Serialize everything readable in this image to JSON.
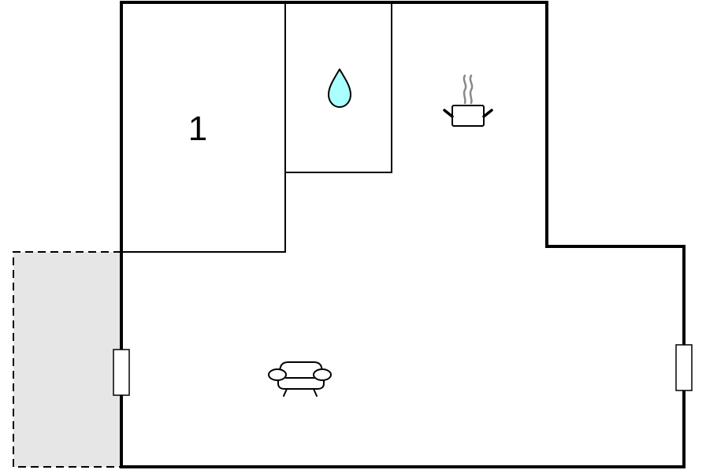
{
  "floorplan": {
    "rooms": [
      {
        "id": "bedroom",
        "label": "1",
        "type": "bedroom"
      },
      {
        "id": "bathroom",
        "label": "",
        "type": "bathroom",
        "icon": "water-drop-icon"
      },
      {
        "id": "kitchen",
        "label": "",
        "type": "kitchen",
        "icon": "cooking-pot-icon"
      },
      {
        "id": "living-room",
        "label": "",
        "type": "living-room",
        "icon": "sofa-icon"
      },
      {
        "id": "terrace",
        "label": "",
        "type": "outdoor-area"
      }
    ],
    "windows": [
      {
        "id": "window-left",
        "wall": "left"
      },
      {
        "id": "window-right",
        "wall": "right"
      }
    ],
    "colors": {
      "wall": "#000000",
      "terrace_fill": "#e6e6e6",
      "water_drop_fill": "#aaffff",
      "steam": "#888888",
      "background": "#ffffff"
    }
  }
}
